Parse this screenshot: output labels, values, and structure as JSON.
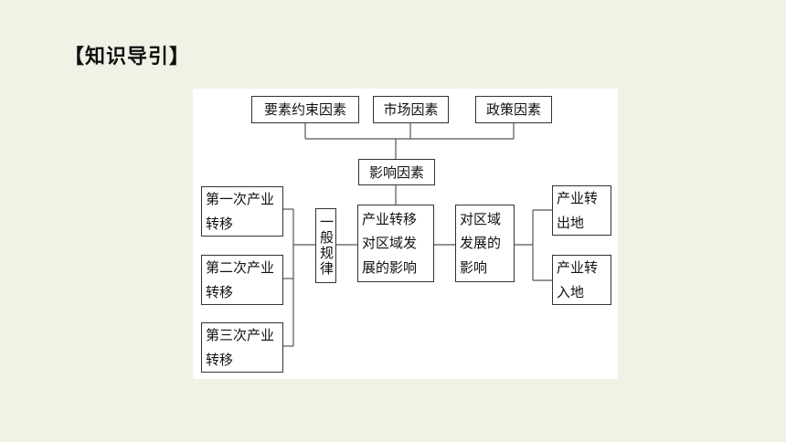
{
  "heading": "【知识导引】",
  "diagram": {
    "top_factors": [
      "要素约束因素",
      "市场因素",
      "政策因素"
    ],
    "influence_factors": "影响因素",
    "transfer_types": [
      "第一次产业转移",
      "第二次产业转移",
      "第三次产业转移"
    ],
    "general_rules": "一般规律",
    "impact_on_region": "产业转移对区域发展的影响",
    "impact_target": "对区域发展的影响",
    "outcomes": [
      "产业转出地",
      "产业转入地"
    ]
  }
}
